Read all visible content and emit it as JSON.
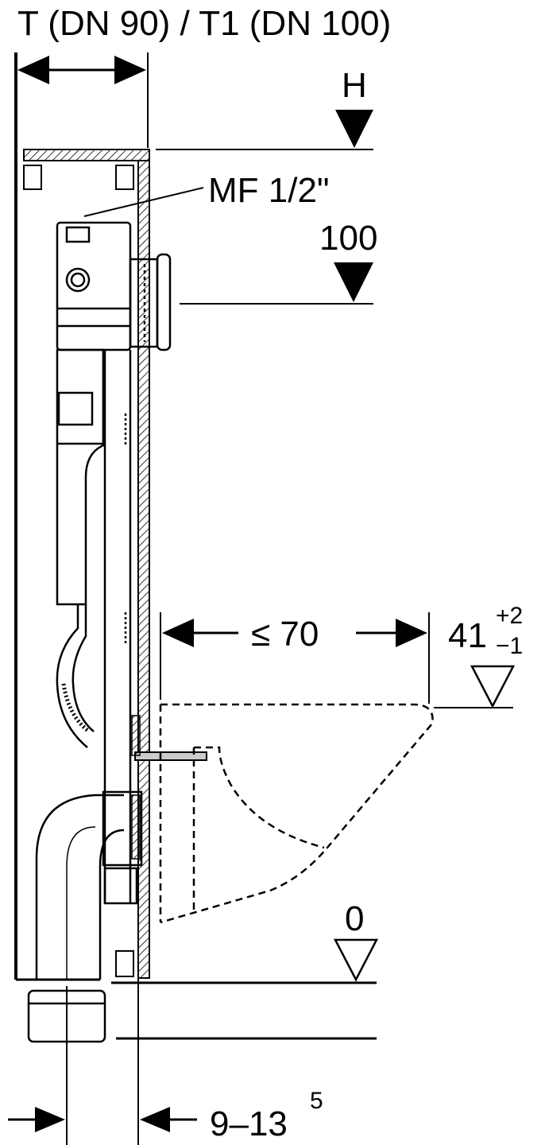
{
  "labels": {
    "top_dimension": "T (DN 90) / T1 (DN 100)",
    "height_marker": "H",
    "connection": "MF 1/2\"",
    "height_offset": "100",
    "projection": "≤ 70",
    "seat_height": "41",
    "seat_tol_plus": "+2",
    "seat_tol_minus": "−1",
    "floor_level": "0",
    "wall_gap": "9–13",
    "wall_gap_sup": "5"
  },
  "colors": {
    "line": "#000000",
    "hatch": "#000000",
    "background": "#ffffff"
  }
}
